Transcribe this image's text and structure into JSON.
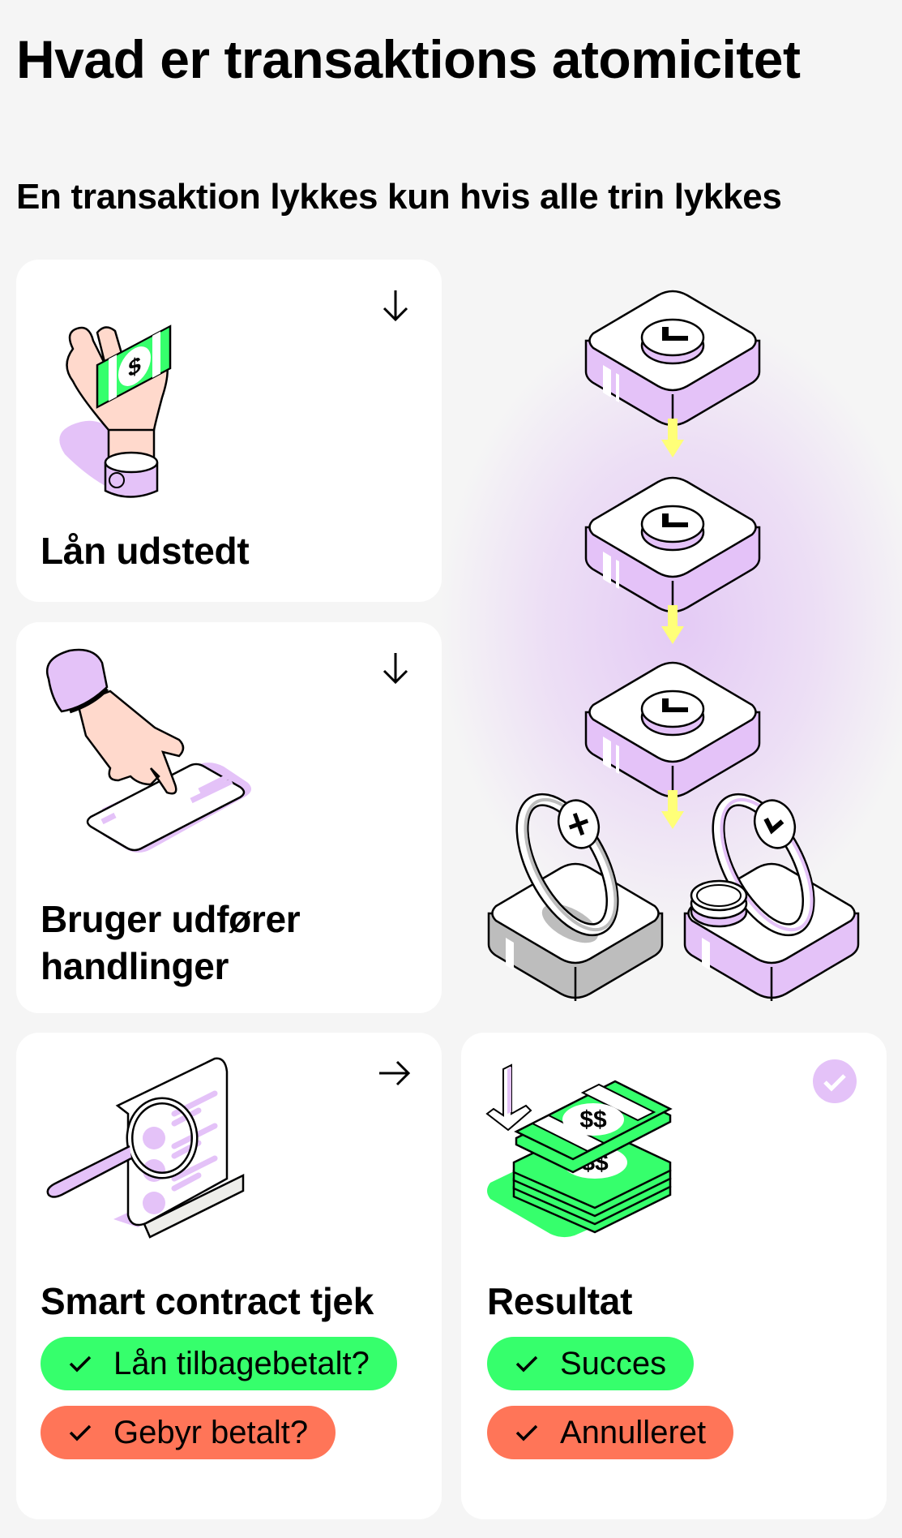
{
  "header": {
    "title": "Hvad er transaktions atomicitet",
    "subtitle": "En transaktion lykkes kun hvis alle trin lykkes"
  },
  "colors": {
    "background": "#f5f5f5",
    "card": "#ffffff",
    "green": "#36ff6c",
    "red": "#ff7558",
    "lavender": "#e4c2f8",
    "yellow_arrow": "#ffff78",
    "skin": "#ffd9cc"
  },
  "cards": [
    {
      "title": "Lån udstedt",
      "corner_icon": "arrow-down-icon",
      "illustration": "hand-holding-cash"
    },
    {
      "title": "Bruger udfører handlinger",
      "corner_icon": "arrow-down-icon",
      "illustration": "hand-tapping-card"
    },
    {
      "title": "Smart contract tjek",
      "corner_icon": "arrow-right-icon",
      "illustration": "magnifier-over-checklist",
      "checks": [
        {
          "label": "Lån tilbagebetalt?",
          "status": "green"
        },
        {
          "label": "Gebyr betalt?",
          "status": "red"
        }
      ]
    },
    {
      "title": "Resultat",
      "corner_icon": "check-circle-icon",
      "illustration": "cash-stacks",
      "outcomes": [
        {
          "label": "Succes",
          "status": "green"
        },
        {
          "label": "Annulleret",
          "status": "red"
        }
      ]
    }
  ],
  "diagram": {
    "steps": [
      "clock-block",
      "clock-block",
      "clock-block"
    ],
    "outcomes": [
      "cancelled-block",
      "success-block"
    ]
  }
}
